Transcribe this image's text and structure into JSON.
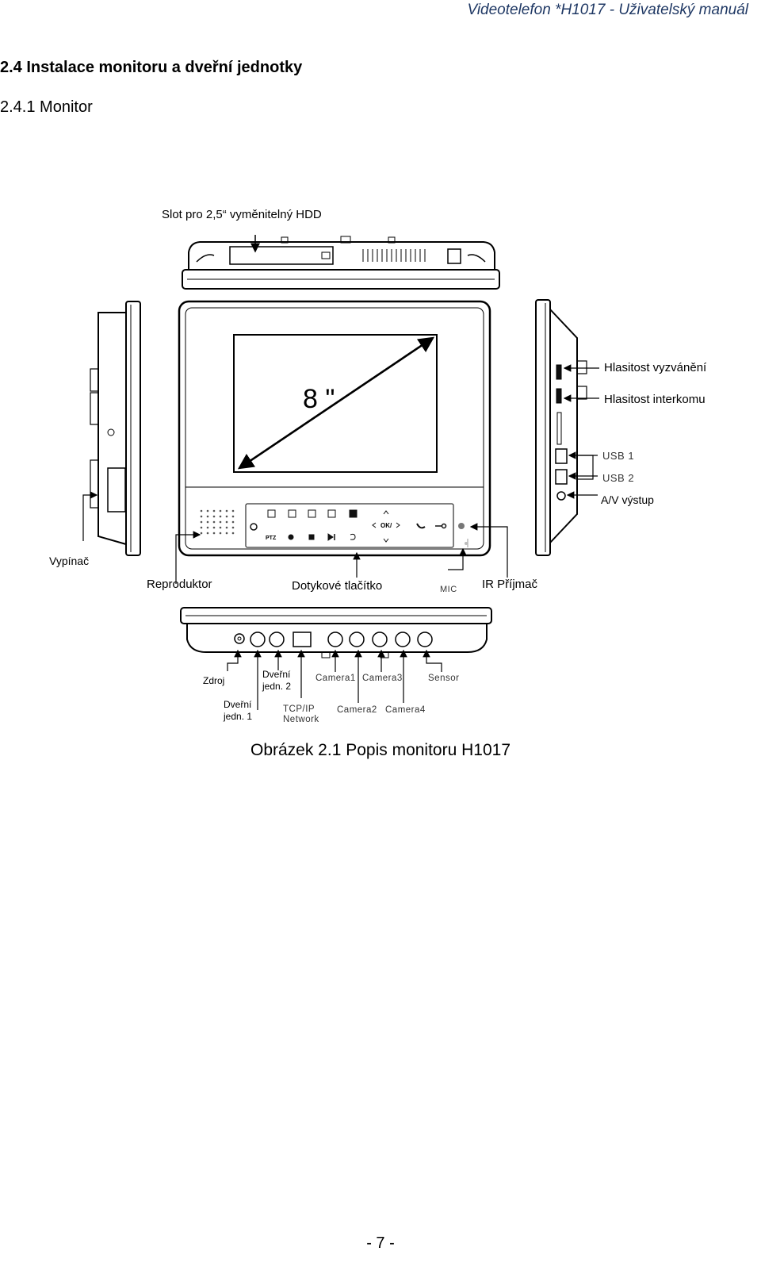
{
  "header": {
    "running_title": "Videotelefon *H1017 - Uživatelský manuál"
  },
  "section": {
    "heading": "2.4  Instalace monitoru a dveřní jednotky",
    "subheading": "2.4.1  Monitor"
  },
  "figure": {
    "screen_size": "8 \"",
    "labels": {
      "hdd_slot": "Slot pro 2,5“ vyměnitelný HDD",
      "ring_volume": "Hlasitost vyzvánění",
      "intercom_volume": "Hlasitost interkomu",
      "usb1": "USB 1",
      "usb2": "USB 2",
      "av_out": "A/V výstup",
      "power_switch": "Vypínač",
      "speaker": "Reproduktor",
      "touch_buttons": "Dotykové tlačítko",
      "mic": "MIC",
      "ir_receiver": "IR Příjmač",
      "power": "Zdroj",
      "door_unit_2": [
        "Dveřní",
        "jedn. 2"
      ],
      "door_unit_1": [
        "Dveřní",
        "jedn. 1"
      ],
      "camera1": "Camera1",
      "camera3": "Camera3",
      "sensor": "Sensor",
      "tcpip": [
        "TCP/IP",
        "Network"
      ],
      "camera2": "Camera2",
      "camera4": "Camera4",
      "ptz": "PTZ"
    },
    "caption": "Obrázek 2.1   Popis monitoru H1017"
  },
  "footer": {
    "page_number": "- 7 -"
  }
}
